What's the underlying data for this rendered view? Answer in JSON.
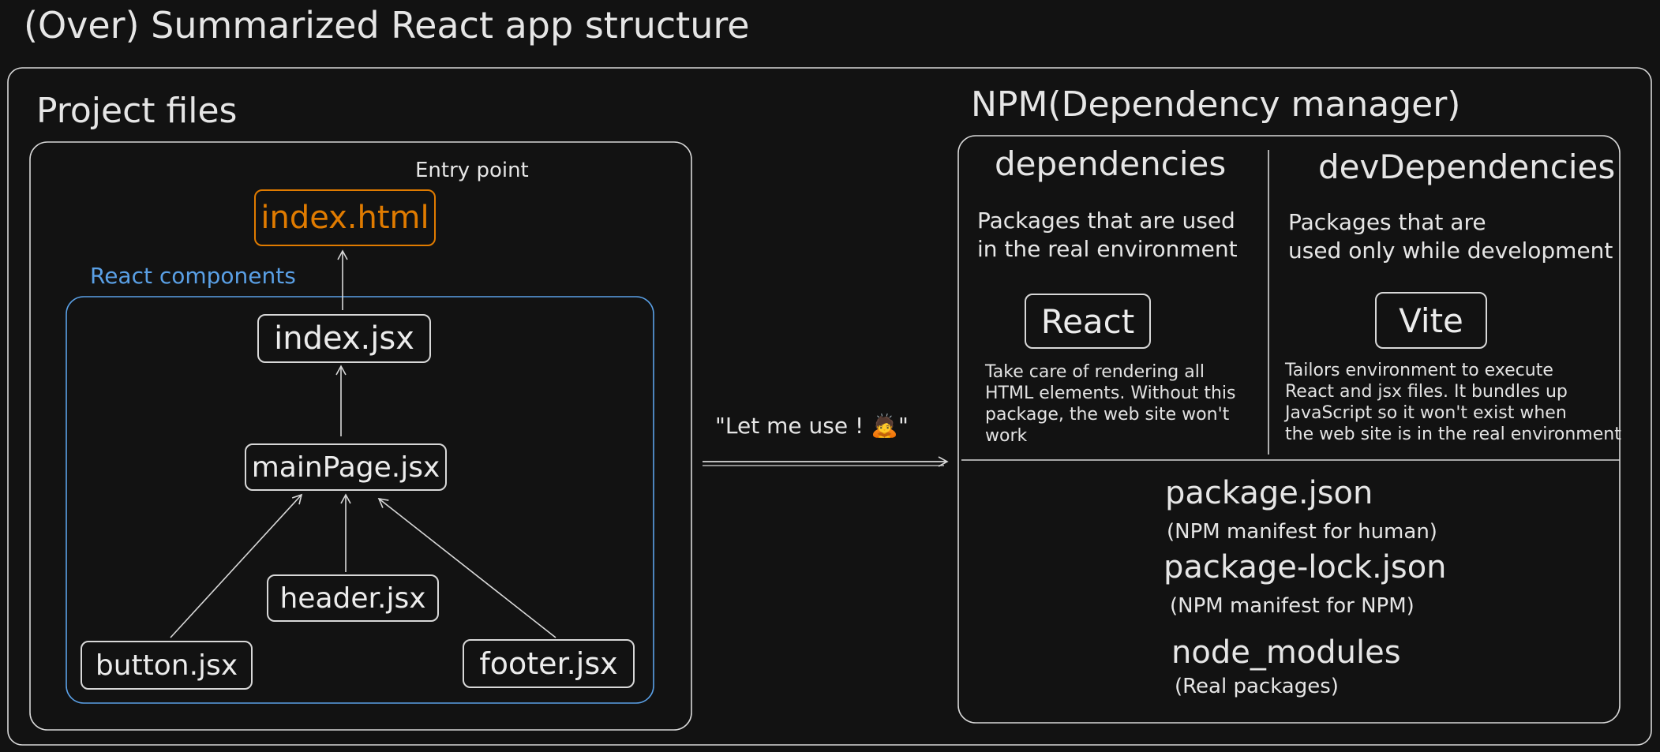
{
  "title": "(Over) Summarized React app structure",
  "project": {
    "heading": "Project files",
    "entry_label": "Entry point",
    "entry_file": "index.html",
    "components_label": "React components",
    "files": {
      "index": "index.jsx",
      "main": "mainPage.jsx",
      "header": "header.jsx",
      "button": "button.jsx",
      "footer": "footer.jsx"
    }
  },
  "connector_label": "\"Let me use ! 🙇\"",
  "npm": {
    "heading": "NPM(Dependency manager)",
    "dependencies": {
      "title": "dependencies",
      "subtitle": "Packages that are used\nin the real environment",
      "package": "React",
      "description": "Take care of rendering all\nHTML elements. Without this\npackage, the web site won't\nwork"
    },
    "devDependencies": {
      "title": "devDependencies",
      "subtitle": "Packages that are\nused only while development",
      "package": "Vite",
      "description": "Tailors environment to execute\nReact and jsx files. It bundles up\nJavaScript so it won't exist when\nthe web site is in the real environment"
    },
    "files": [
      {
        "name": "package.json",
        "note": "(NPM manifest for human)"
      },
      {
        "name": "package-lock.json",
        "note": "(NPM manifest for NPM)"
      },
      {
        "name": "node_modules",
        "note": "(Real packages)"
      }
    ]
  },
  "colors": {
    "background": "#121212",
    "stroke": "#d8d8d8",
    "entry": "#e07b00",
    "components": "#5aa0e6"
  }
}
